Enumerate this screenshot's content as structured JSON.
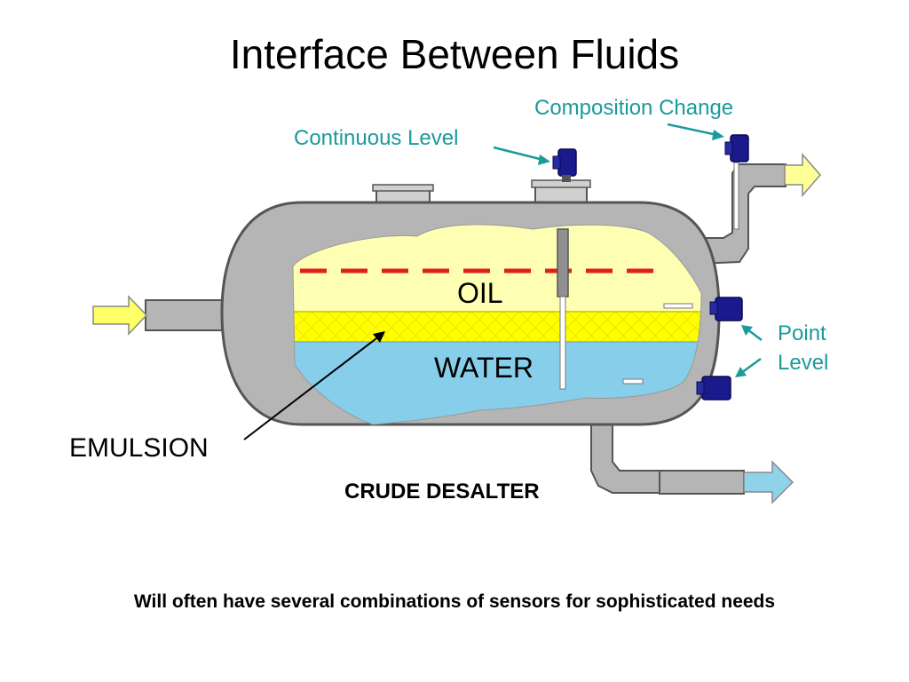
{
  "title": "Interface Between Fluids",
  "labels": {
    "composition_change": "Composition Change",
    "continuous_level": "Continuous Level",
    "point_level_1": "Point",
    "point_level_2": "Level",
    "oil": "OIL",
    "water": "WATER",
    "emulsion": "EMULSION",
    "vessel_name": "CRUDE DESALTER"
  },
  "caption": "Will often have several combinations of sensors for sophisticated needs",
  "colors": {
    "label_text": "#1a9a9a",
    "vessel_shell": "#b5b5b5",
    "oil": "#ffffb3",
    "emulsion": "#ffff00",
    "water": "#87ceeb",
    "interface_dash": "#e02020",
    "sensor": "#1a1a8c",
    "inlet_arrow": "#ffff66",
    "outlet_oil_arrow": "#ffff99",
    "outlet_water_arrow": "#8fd3ea"
  }
}
